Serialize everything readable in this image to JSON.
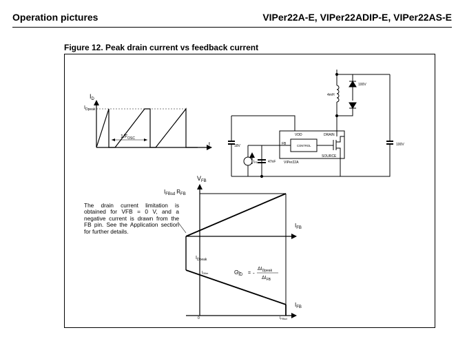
{
  "header": {
    "section": "Operation pictures",
    "product": "VIPer22A-E, VIPer22ADIP-E, VIPer22AS-E"
  },
  "figure": {
    "title": "Figure 12.  Peak drain current vs feedback current",
    "waveform": {
      "y_label": "I",
      "y_label_sub": "D",
      "peak_label": "I",
      "peak_label_sub": "Dpeak",
      "period_label": "1/F",
      "period_label_sub": "OSC",
      "t_label": "t"
    },
    "circuit": {
      "v100_top": "100V",
      "inductor": "4mH",
      "cap18": "18V",
      "vdd": "VDD",
      "drain": "DRAIN",
      "fb": "FB",
      "control": "CONTROL",
      "source": "SOURCE",
      "ifb": "I",
      "ifb_sub": "FB",
      "cap47": "47nF",
      "ic": "VIPer22A",
      "v100_right": "100V"
    },
    "graph": {
      "vfb": "V",
      "vfb_sub": "FB",
      "ifbsd": "I",
      "ifbsd_sub": "FBsd",
      "rfb": "R",
      "rfb_sub": "FB",
      "ifb_axis": "I",
      "ifb_axis_sub": "FB",
      "idpeak": "I",
      "idpeak_sub": "Dpeak",
      "idlim": "I",
      "idlim_sub": "Dlim",
      "gid": "G",
      "gid_sub": "ID",
      "eq": "=",
      "minus": "-",
      "num_delta": "ΔI",
      "num_sub": "Dpeak",
      "den_delta": "ΔI",
      "den_sub": "FB",
      "ifb_axis2": "I",
      "ifb_axis2_sub": "FB",
      "zero": "0",
      "ifbsd_bottom": "I",
      "ifbsd_bottom_sub": "FBsd"
    },
    "note": "The drain current limitation is obtained for VFB = 0 V, and a negative current is drawn from the FB pin. See the Application section for further details."
  }
}
